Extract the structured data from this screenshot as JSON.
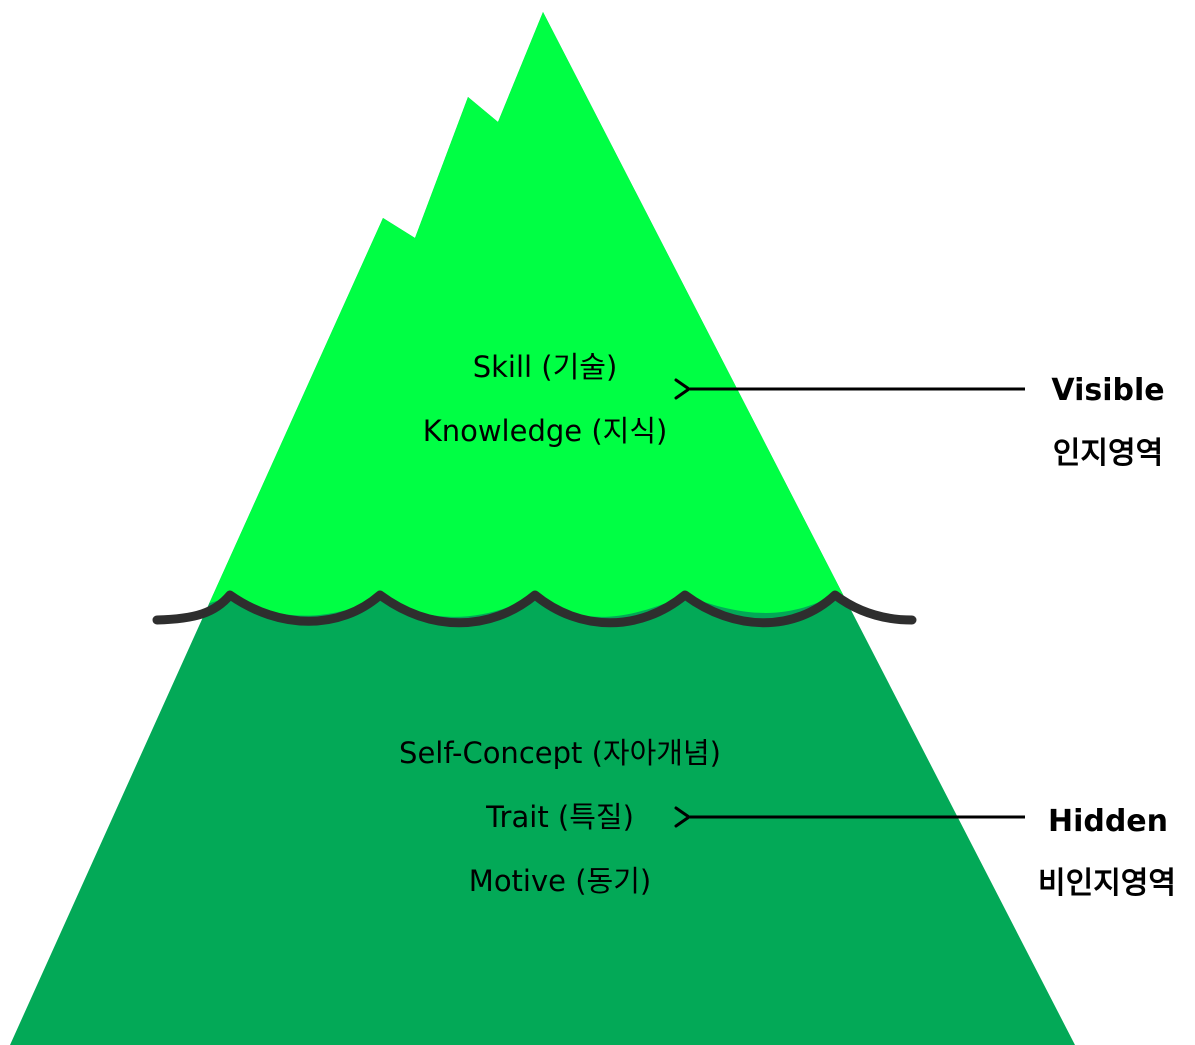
{
  "colors": {
    "visible_fill": "#00FF44",
    "hidden_fill": "#03A957",
    "waterline": "#2E2E2E",
    "text": "#000000"
  },
  "visible": {
    "items": [
      "Skill (기술)",
      "Knowledge (지식)"
    ],
    "label": "Visible",
    "sublabel": "인지영역"
  },
  "hidden": {
    "items": [
      "Self-Concept (자아개념)",
      "Trait (특질)",
      "Motive (동기)"
    ],
    "label": "Hidden",
    "sublabel": "비인지영역"
  }
}
